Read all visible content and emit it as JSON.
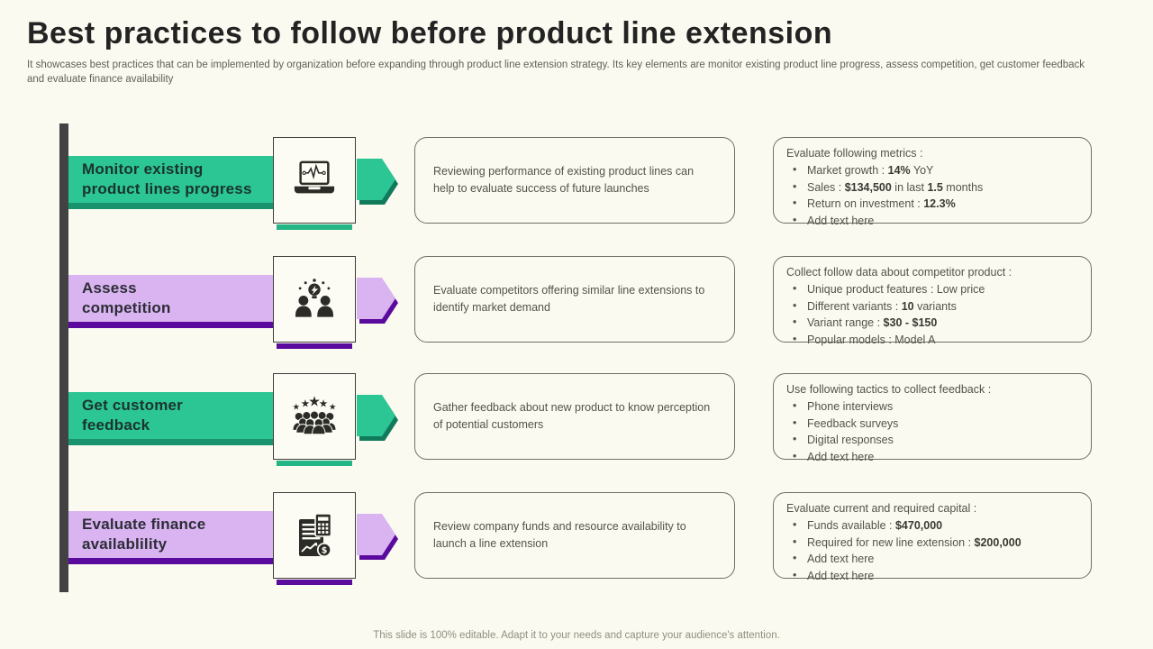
{
  "page": {
    "title": "Best practices to follow before product line extension",
    "subtitle": "It showcases best practices that can be implemented by organization before expanding through product line extension strategy. Its key  elements are monitor existing product line progress, assess competition, get customer feedback and evaluate finance availability",
    "footer": "This slide is 100% editable. Adapt it to your needs and capture your audience's attention."
  },
  "colors": {
    "background": "#fbfaf0",
    "green": "#2bc694",
    "green_dark": "#18936e",
    "purple_light": "#d9b4f1",
    "purple_dark": "#5a0b9e",
    "timeline_bar": "#414241"
  },
  "rows": [
    {
      "label": "Monitor existing\nproduct lines progress",
      "theme": "green",
      "icon": "laptop-pulse-icon",
      "description": "Reviewing  performance  of existing product  lines can help to evaluate  success of future  launches",
      "details_title": "Evaluate  following  metrics :",
      "bullets": [
        [
          {
            "t": "Market growth  : "
          },
          {
            "t": "14%",
            "b": true
          },
          {
            "t": " YoY"
          }
        ],
        [
          {
            "t": "Sales : "
          },
          {
            "t": "$134,500",
            "b": true
          },
          {
            "t": " in last "
          },
          {
            "t": "1.5",
            "b": true
          },
          {
            "t": " months"
          }
        ],
        [
          {
            "t": "Return  on  investment  : "
          },
          {
            "t": "12.3%",
            "b": true
          }
        ],
        [
          {
            "t": "Add text here"
          }
        ]
      ]
    },
    {
      "label": "Assess\ncompetition",
      "theme": "purple",
      "icon": "competitors-idea-icon",
      "description": "Evaluate  competitors offering  similar line extensions to identify  market demand",
      "details_title": "Collect follow  data about  competitor  product :",
      "bullets": [
        [
          {
            "t": "Unique  product  features  : Low  price"
          }
        ],
        [
          {
            "t": "Different  variants  : "
          },
          {
            "t": "10",
            "b": true
          },
          {
            "t": " variants"
          }
        ],
        [
          {
            "t": "Variant  range : "
          },
          {
            "t": "$30 - $150",
            "b": true
          }
        ],
        [
          {
            "t": "Popular  models  : Model  A"
          }
        ]
      ]
    },
    {
      "label": "Get customer\nfeedback",
      "theme": "green",
      "icon": "customer-feedback-icon",
      "description": "Gather feedback about new product to know perception of potential customers",
      "details_title": "Use following  tactics to collect feedback  :",
      "bullets": [
        [
          {
            "t": "Phone  interviews"
          }
        ],
        [
          {
            "t": "Feedback  surveys"
          }
        ],
        [
          {
            "t": "Digital  responses"
          }
        ],
        [
          {
            "t": "Add text here"
          }
        ]
      ]
    },
    {
      "label": "Evaluate finance\navailablility",
      "theme": "purple",
      "icon": "finance-calculator-icon",
      "description": "Review  company  funds  and resource  availability  to launch  a line extension",
      "details_title": "Evaluate  current  and  required  capital :",
      "bullets": [
        [
          {
            "t": "Funds  available   : "
          },
          {
            "t": "$470,000",
            "b": true
          }
        ],
        [
          {
            "t": "Required  for  new  line  extension : "
          },
          {
            "t": "$200,000",
            "b": true
          }
        ],
        [
          {
            "t": "Add text here"
          }
        ],
        [
          {
            "t": "Add text here"
          }
        ]
      ]
    }
  ]
}
